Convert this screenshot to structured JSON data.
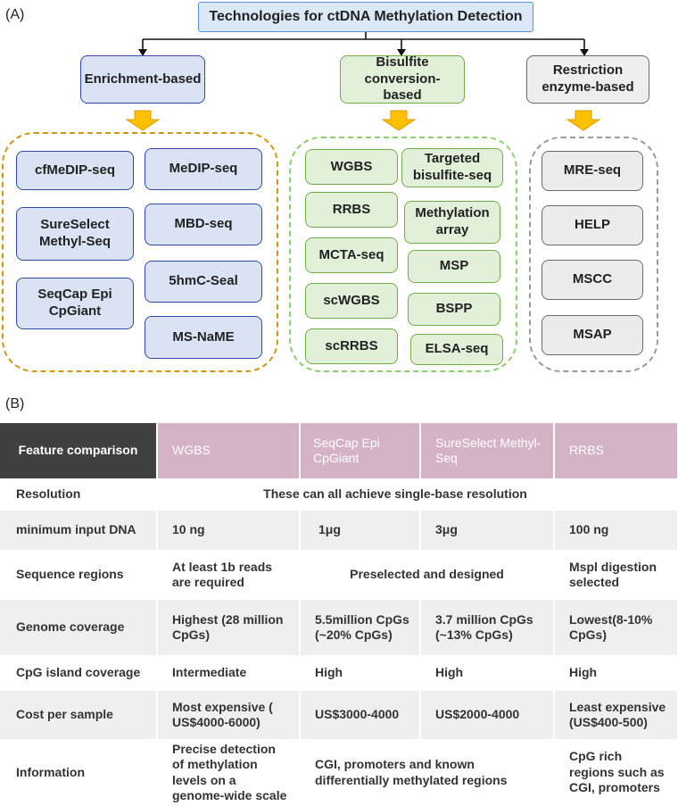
{
  "panel_a": {
    "label": "(A)",
    "title": "Technologies for ctDNA Methylation Detection",
    "categories": [
      {
        "name": "Enrichment-based"
      },
      {
        "name": "Bisulfite conversion-based"
      },
      {
        "name": "Restriction enzyme-based"
      }
    ],
    "enrichment_methods": [
      "cfMeDIP-seq",
      "MeDIP-seq",
      "SureSelect Methyl-Seq",
      "MBD-seq",
      "5hmC-Seal",
      "SeqCap Epi CpGiant",
      "MS-NaME"
    ],
    "bisulfite_methods": [
      "WGBS",
      "Targeted bisulfite-seq",
      "RRBS",
      "Methylation array",
      "MCTA-seq",
      "MSP",
      "scWGBS",
      "BSPP",
      "scRRBS",
      "ELSA-seq"
    ],
    "restriction_methods": [
      "MRE-seq",
      "HELP",
      "MSCC",
      "MSAP"
    ],
    "colors": {
      "enrichment_border": "#d4950f",
      "bisulfite_border": "#8ccf6e",
      "restriction_border": "#9a9a9a",
      "arrow_fill": "#ffc000"
    }
  },
  "panel_b": {
    "label": "(B)",
    "headers": [
      "Feature comparison",
      "WGBS",
      "SeqCap Epi CpGiant",
      "SureSelect Methyl-Seq",
      "RRBS"
    ],
    "rows": [
      {
        "feature": "Resolution",
        "span_all": "These can all achieve single-base resolution"
      },
      {
        "feature": "minimum input DNA",
        "wgbs": "10 ng",
        "seqcap": "1μg",
        "sureselect": "3μg",
        "rrbs": "100 ng"
      },
      {
        "feature": "Sequence regions",
        "wgbs": "At least 1b reads are required",
        "span_middle": "Preselected and designed",
        "rrbs": "Mspl digestion selected"
      },
      {
        "feature": "Genome coverage",
        "wgbs": "Highest (28 million CpGs)",
        "seqcap": "5.5million CpGs (~20% CpGs)",
        "sureselect": "3.7 million CpGs (~13% CpGs)",
        "rrbs": "Lowest(8-10% CpGs)"
      },
      {
        "feature": "CpG island coverage",
        "wgbs": "Intermediate",
        "seqcap": "High",
        "sureselect": "High",
        "rrbs": "High"
      },
      {
        "feature": "Cost per sample",
        "wgbs": "Most expensive ( US$4000-6000)",
        "seqcap": "US$3000-4000",
        "sureselect": "US$2000-4000",
        "rrbs": "Least expensive (US$400-500)"
      },
      {
        "feature": "Information",
        "wgbs": "Precise detection of methylation levels on a genome-wide scale",
        "span_middle": "CGI, promoters and known differentially methylated regions",
        "rrbs": "CpG rich regions such as CGI, promoters"
      }
    ]
  }
}
